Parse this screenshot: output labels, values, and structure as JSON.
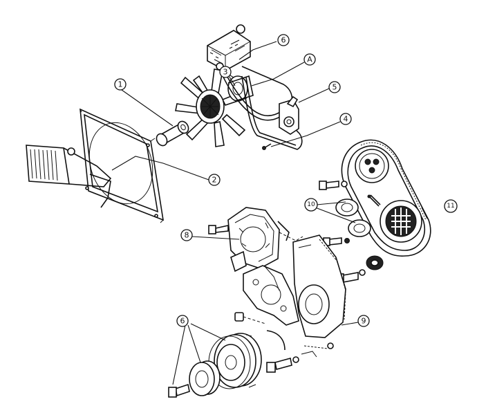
{
  "callouts": {
    "c1": "1",
    "c2": "2",
    "c3": "3",
    "c4": "4",
    "c5": "5",
    "c6_top": "6",
    "cA": "A",
    "c6_bottom": "6",
    "c8": "8",
    "c9": "9",
    "c10": "10",
    "c11": "11"
  }
}
